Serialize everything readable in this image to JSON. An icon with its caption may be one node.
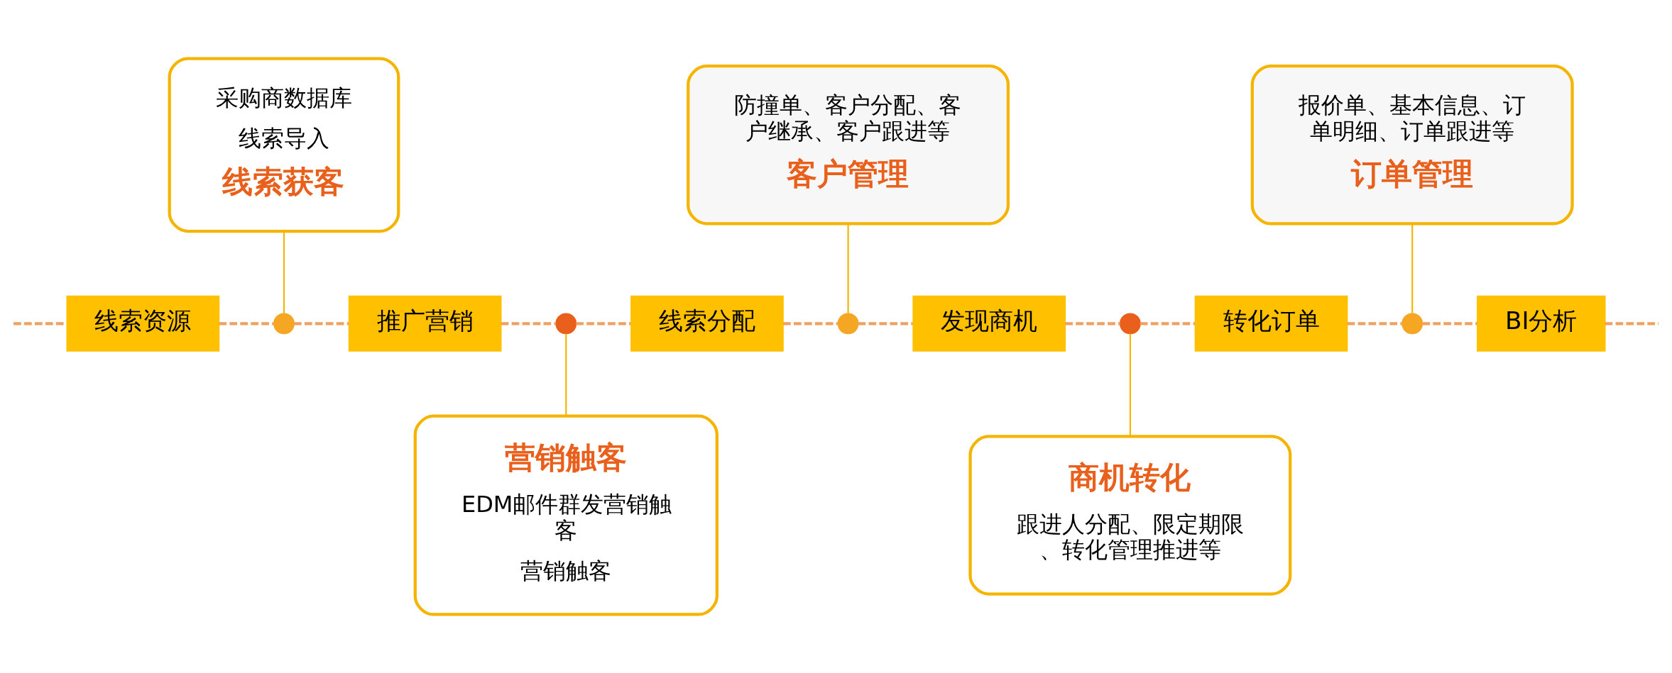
{
  "diagram": {
    "nodes": [
      {
        "text": [
          "采购商数据库",
          "线索导入",
          "线索获客"
        ]
      },
      {
        "text": [
          "防撞单、客户分配、客户继承、客户跟进等",
          "客户管理"
        ]
      },
      {
        "text": [
          "报价单、基本信息、订单明细、订单跟进等",
          "订单管理"
        ]
      },
      {
        "text": [
          "线索资源"
        ]
      },
      {
        "text": [],
        "shape": "circle"
      },
      {
        "text": [
          "推广营销"
        ]
      },
      {
        "text": [],
        "shape": "circle"
      },
      {
        "text": [
          "线索分配"
        ]
      },
      {
        "text": [],
        "shape": "circle"
      },
      {
        "text": [
          "发现商机"
        ]
      },
      {
        "text": [],
        "shape": "circle"
      },
      {
        "text": [
          "转化订单"
        ]
      },
      {
        "text": [],
        "shape": "circle"
      },
      {
        "text": [
          "BI分析"
        ]
      },
      {
        "text": [
          "营销触客",
          "EDM邮件群发营销触客",
          "营销触客"
        ]
      },
      {
        "text": [
          "商机转化",
          "跟进人分配、限定期限、转化管理推进等"
        ]
      }
    ],
    "edges": [
      {
        "from": null,
        "to": 3,
        "arrow": "none",
        "style": "dashed"
      },
      {
        "from": 3,
        "to": 4,
        "arrow": "none",
        "style": "dashed"
      },
      {
        "from": 4,
        "to": 5,
        "arrow": "none",
        "style": "dashed"
      },
      {
        "from": 5,
        "to": 6,
        "arrow": "none",
        "style": "dashed"
      },
      {
        "from": 6,
        "to": 7,
        "arrow": "none",
        "style": "dashed"
      },
      {
        "from": 7,
        "to": 8,
        "arrow": "none",
        "style": "dashed"
      },
      {
        "from": 8,
        "to": 9,
        "arrow": "none",
        "style": "dashed"
      },
      {
        "from": 9,
        "to": 10,
        "arrow": "none",
        "style": "dashed"
      },
      {
        "from": 10,
        "to": 11,
        "arrow": "none",
        "style": "dashed"
      },
      {
        "from": 11,
        "to": 12,
        "arrow": "none",
        "style": "dashed"
      },
      {
        "from": 12,
        "to": 13,
        "arrow": "none",
        "style": "dashed"
      },
      {
        "from": 13,
        "to": null,
        "arrow": "none",
        "style": "dashed"
      },
      {
        "from": 0,
        "to": 4,
        "arrow": "none",
        "color": "#f5b400"
      },
      {
        "from": 6,
        "to": 14,
        "arrow": "none",
        "color": "#f5b400"
      },
      {
        "from": 1,
        "to": 8,
        "arrow": "none",
        "color": "#f5b400"
      },
      {
        "from": 10,
        "to": 15,
        "arrow": "none",
        "color": "#f5b400"
      },
      {
        "from": 2,
        "to": 12,
        "arrow": "none",
        "color": "#f5b400"
      }
    ]
  }
}
